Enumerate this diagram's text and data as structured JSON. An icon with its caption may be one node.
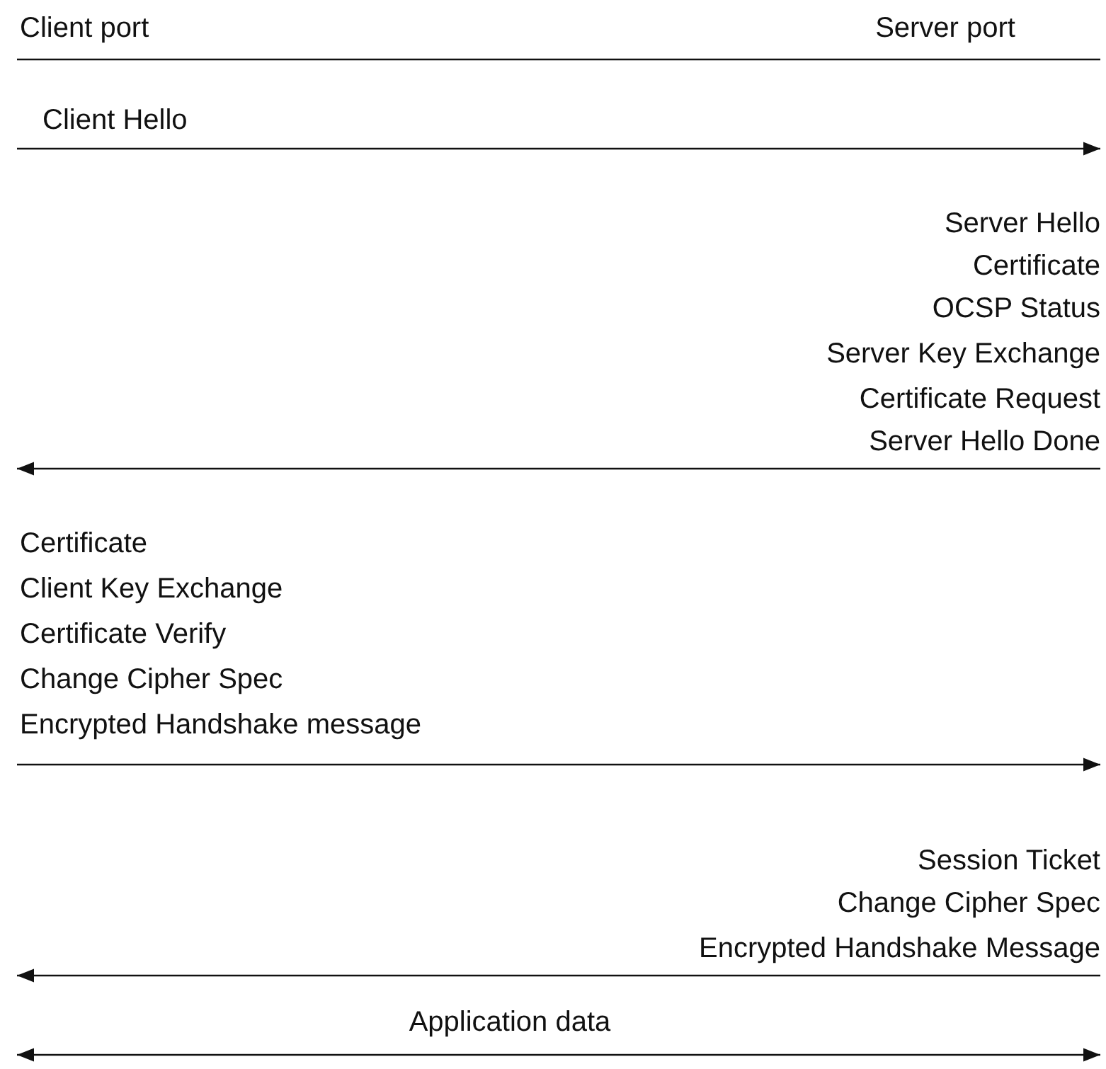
{
  "diagram": {
    "labels": [
      "Client port",
      "Server port",
      "Client Hello",
      "Server Hello",
      "Certificate",
      "OCSP Status",
      "Server Key Exchange",
      "Certificate Request",
      "Server Hello Done",
      "Certificate",
      "Client Key Exchange",
      "Certificate Verify",
      "Change Cipher Spec",
      "Encrypted Handshake message",
      "Session Ticket",
      "Change Cipher Spec",
      "Encrypted Handshake Message",
      "Application data"
    ]
  }
}
